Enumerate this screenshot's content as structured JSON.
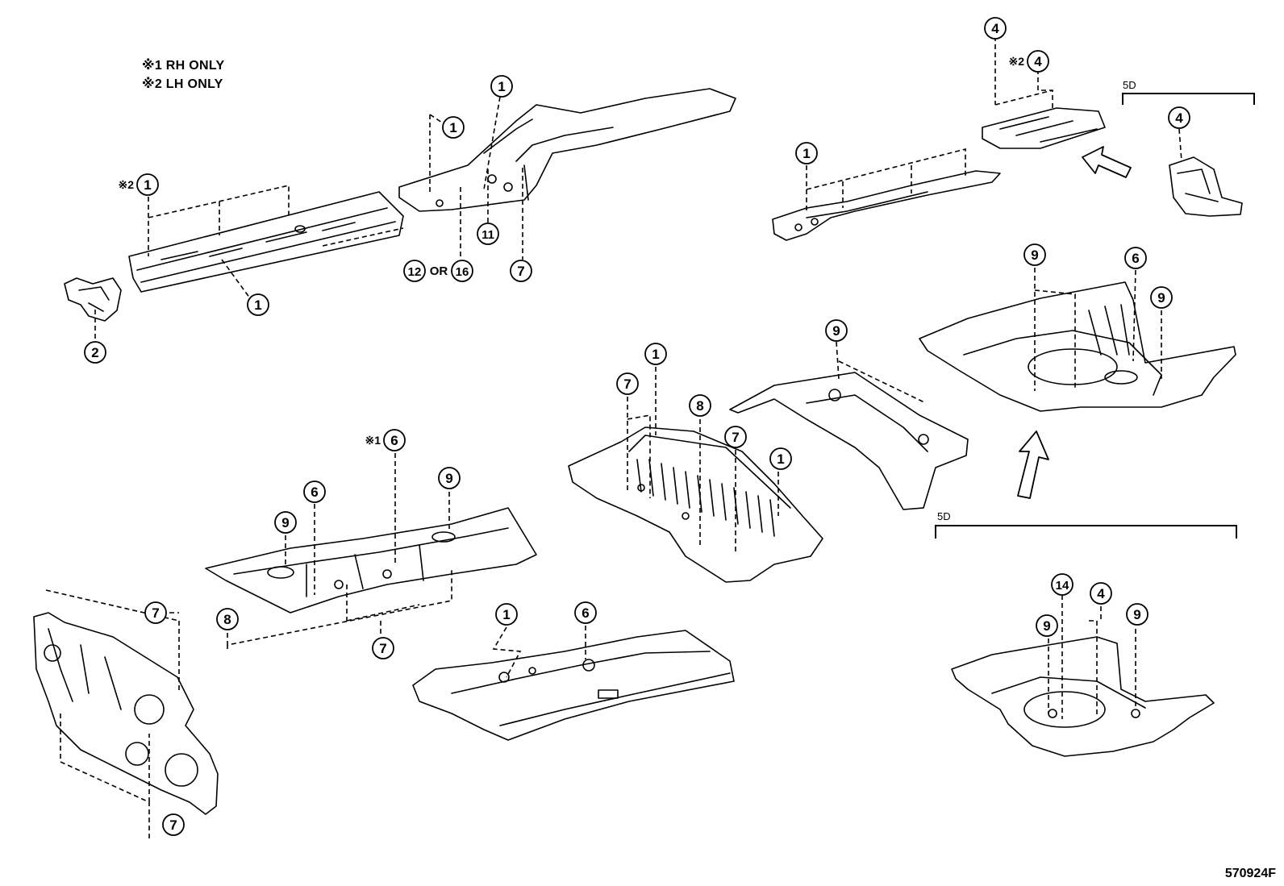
{
  "notes": {
    "note1": "※1 RH ONLY",
    "note2": "※2 LH ONLY"
  },
  "figure_number": "570924F",
  "brackets": {
    "top_right": "5D",
    "mid_right": "5D"
  },
  "callouts": [
    {
      "id": "c1",
      "num": "1",
      "prefix": ""
    },
    {
      "id": "c2",
      "num": "1",
      "prefix": ""
    },
    {
      "id": "c3",
      "num": "1",
      "prefix": "※2"
    },
    {
      "id": "c4",
      "num": "1",
      "prefix": ""
    },
    {
      "id": "c5",
      "num": "2",
      "prefix": ""
    },
    {
      "id": "c6",
      "num": "11",
      "prefix": ""
    },
    {
      "id": "c7",
      "num": "7",
      "prefix": ""
    },
    {
      "id": "c8",
      "num": "12",
      "prefix": ""
    },
    {
      "id": "c9",
      "num": "16",
      "prefix": ""
    },
    {
      "id": "c10",
      "num": "4",
      "prefix": ""
    },
    {
      "id": "c11",
      "num": "4",
      "prefix": "※2"
    },
    {
      "id": "c12",
      "num": "4",
      "prefix": ""
    },
    {
      "id": "c13",
      "num": "1",
      "prefix": ""
    },
    {
      "id": "c14",
      "num": "9",
      "prefix": ""
    },
    {
      "id": "c15",
      "num": "6",
      "prefix": ""
    },
    {
      "id": "c16",
      "num": "9",
      "prefix": ""
    },
    {
      "id": "c17",
      "num": "9",
      "prefix": ""
    },
    {
      "id": "c18",
      "num": "1",
      "prefix": ""
    },
    {
      "id": "c19",
      "num": "7",
      "prefix": ""
    },
    {
      "id": "c20",
      "num": "8",
      "prefix": ""
    },
    {
      "id": "c21",
      "num": "7",
      "prefix": ""
    },
    {
      "id": "c22",
      "num": "1",
      "prefix": ""
    },
    {
      "id": "c23",
      "num": "6",
      "prefix": "※1"
    },
    {
      "id": "c24",
      "num": "9",
      "prefix": ""
    },
    {
      "id": "c25",
      "num": "6",
      "prefix": ""
    },
    {
      "id": "c26",
      "num": "9",
      "prefix": ""
    },
    {
      "id": "c27",
      "num": "8",
      "prefix": ""
    },
    {
      "id": "c28",
      "num": "7",
      "prefix": ""
    },
    {
      "id": "c29",
      "num": "7",
      "prefix": ""
    },
    {
      "id": "c30",
      "num": "7",
      "prefix": ""
    },
    {
      "id": "c31",
      "num": "1",
      "prefix": ""
    },
    {
      "id": "c32",
      "num": "6",
      "prefix": ""
    },
    {
      "id": "c33",
      "num": "14",
      "prefix": ""
    },
    {
      "id": "c34",
      "num": "4",
      "prefix": ""
    },
    {
      "id": "c35",
      "num": "9",
      "prefix": ""
    },
    {
      "id": "c36",
      "num": "9",
      "prefix": ""
    }
  ],
  "connector_or": "OR"
}
